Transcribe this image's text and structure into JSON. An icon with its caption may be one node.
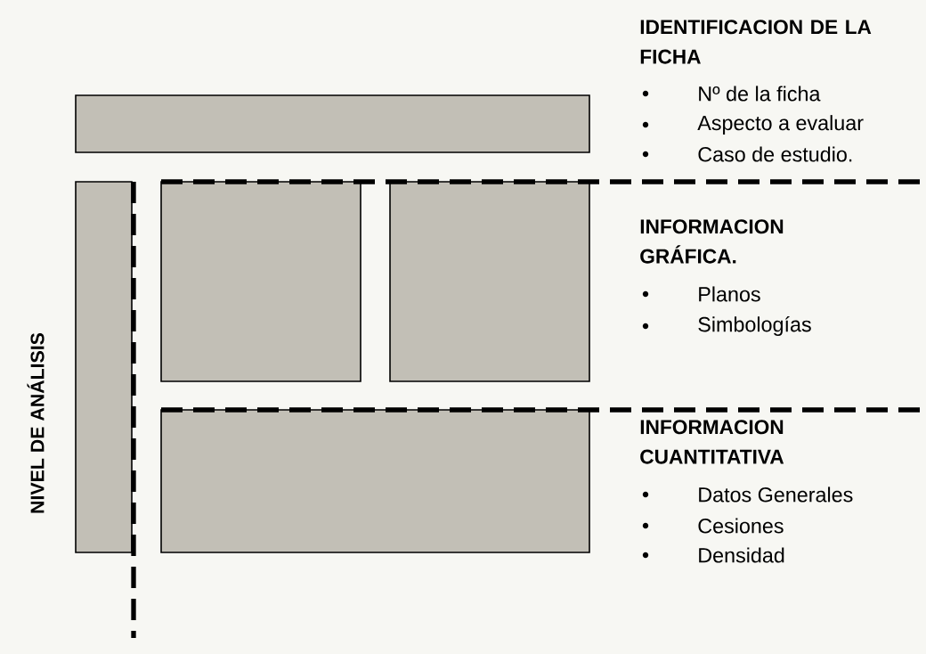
{
  "diagram": {
    "nodes": [
      {
        "text": [],
        "shape": "box"
      },
      {
        "text": [],
        "shape": "box"
      },
      {
        "text": [],
        "shape": "box"
      },
      {
        "text": [],
        "shape": "box"
      },
      {
        "text": [],
        "shape": "box"
      }
    ],
    "edges": [],
    "labels": [
      "IDENTIFICACION DE LA FICHA",
      "Nº de la ficha",
      "Aspecto a evaluar",
      "Caso de estudio.",
      "INFORMACION GRÁFICA.",
      "Planos",
      "Simbologías",
      "INFORMACION CUANTITATIVA",
      "Datos Generales",
      "Cesiones",
      "Densidad",
      "NIVEL DE ANÁLISIS"
    ]
  }
}
